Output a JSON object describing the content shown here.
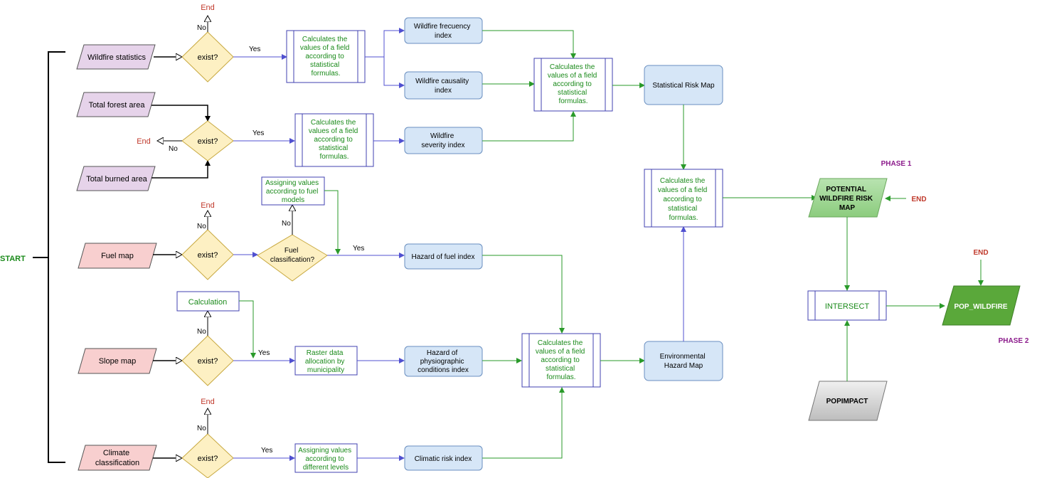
{
  "labels": {
    "start": "START",
    "end": "End",
    "end_caps": "END",
    "yes": "Yes",
    "no": "No",
    "exist": "exist?",
    "phase1": "PHASE 1",
    "phase2": "PHASE 2"
  },
  "inputs": {
    "wildfire_statistics": "Wildfire statistics",
    "total_forest_area": "Total forest area",
    "total_burned_area": "Total burned area",
    "fuel_map": "Fuel map",
    "slope_map": "Slope map",
    "climate_classification": [
      "Climate",
      "classification"
    ]
  },
  "decisions": {
    "fuel_classification": [
      "Fuel",
      "classification?"
    ]
  },
  "processes": {
    "calc_stat_formulas": [
      "Calculates the",
      "values of a field",
      "according to",
      "statistical",
      "formulas."
    ],
    "assign_fuel_models": [
      "Assigning values",
      "according to fuel",
      "models"
    ],
    "calculation": "Calculation",
    "raster_allocation": [
      "Raster data",
      "allocation by",
      "municipality"
    ],
    "assign_levels": [
      "Assigning values",
      "according to",
      "different levels"
    ],
    "intersect": "INTERSECT"
  },
  "indices": {
    "frequency": [
      "Wildfire frecuency",
      "index"
    ],
    "causality": [
      "Wildfire causality",
      "index"
    ],
    "severity": [
      "Wildfire",
      "severity index"
    ],
    "fuel_hazard": "Hazard of fuel index",
    "physiographic": [
      "Hazard of",
      "physiographic",
      "conditions index"
    ],
    "climatic": "Climatic risk index"
  },
  "maps": {
    "statistical_risk": "Statistical Risk Map",
    "environmental_hazard": [
      "Environmental",
      "Hazard Map"
    ]
  },
  "outputs": {
    "potential_risk": [
      "POTENTIAL",
      "WILDFIRE RISK",
      "MAP"
    ],
    "pop_wildfire": "POP_WILDFIRE",
    "popimpact": "POPIMPACT"
  },
  "colors": {
    "green_text": "#1a8a1a",
    "end_red": "#c0392b",
    "phase_purple": "#8b1a8b",
    "purple_fill": "#e6d3ea",
    "pink_fill": "#f8cfcf",
    "diamond_fill": "#fdf0c3",
    "index_fill": "#d6e6f7",
    "process_border": "#4040b0",
    "green_line": "#2a9a2a",
    "blue_line": "#5050d0"
  }
}
